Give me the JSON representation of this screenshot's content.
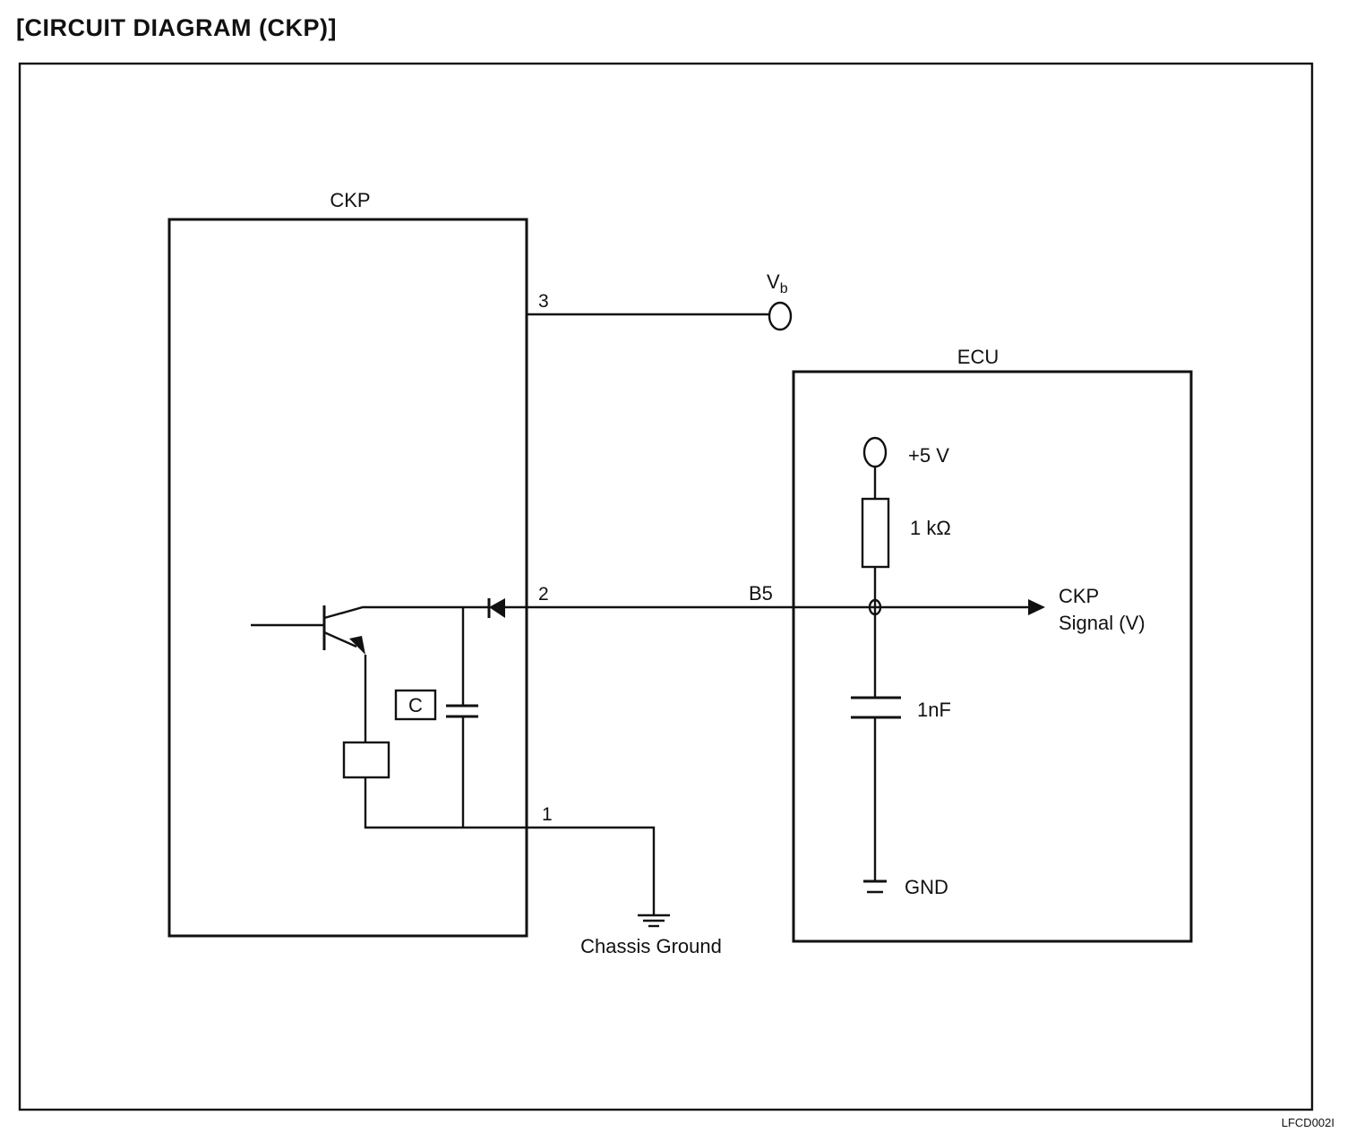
{
  "title": "[CIRCUIT DIAGRAM (CKP)]",
  "figure_code": "LFCD002I",
  "ckp_block": {
    "label": "CKP",
    "pins": {
      "pin3": "3",
      "pin2": "2",
      "pin1": "1"
    },
    "capacitor_label": "C"
  },
  "vb_label": {
    "main": "V",
    "sub": "b"
  },
  "ecu_block": {
    "label": "ECU",
    "supply_label": "+5 V",
    "resistor_label": "1 kΩ",
    "capacitor_label": "1nF",
    "ground_label": "GND",
    "signal_label_line1": "CKP",
    "signal_label_line2": "Signal (V)"
  },
  "connector_label": "B5",
  "chassis_ground_label": "Chassis Ground",
  "colors": {
    "line": "#111111",
    "background": "#ffffff"
  }
}
